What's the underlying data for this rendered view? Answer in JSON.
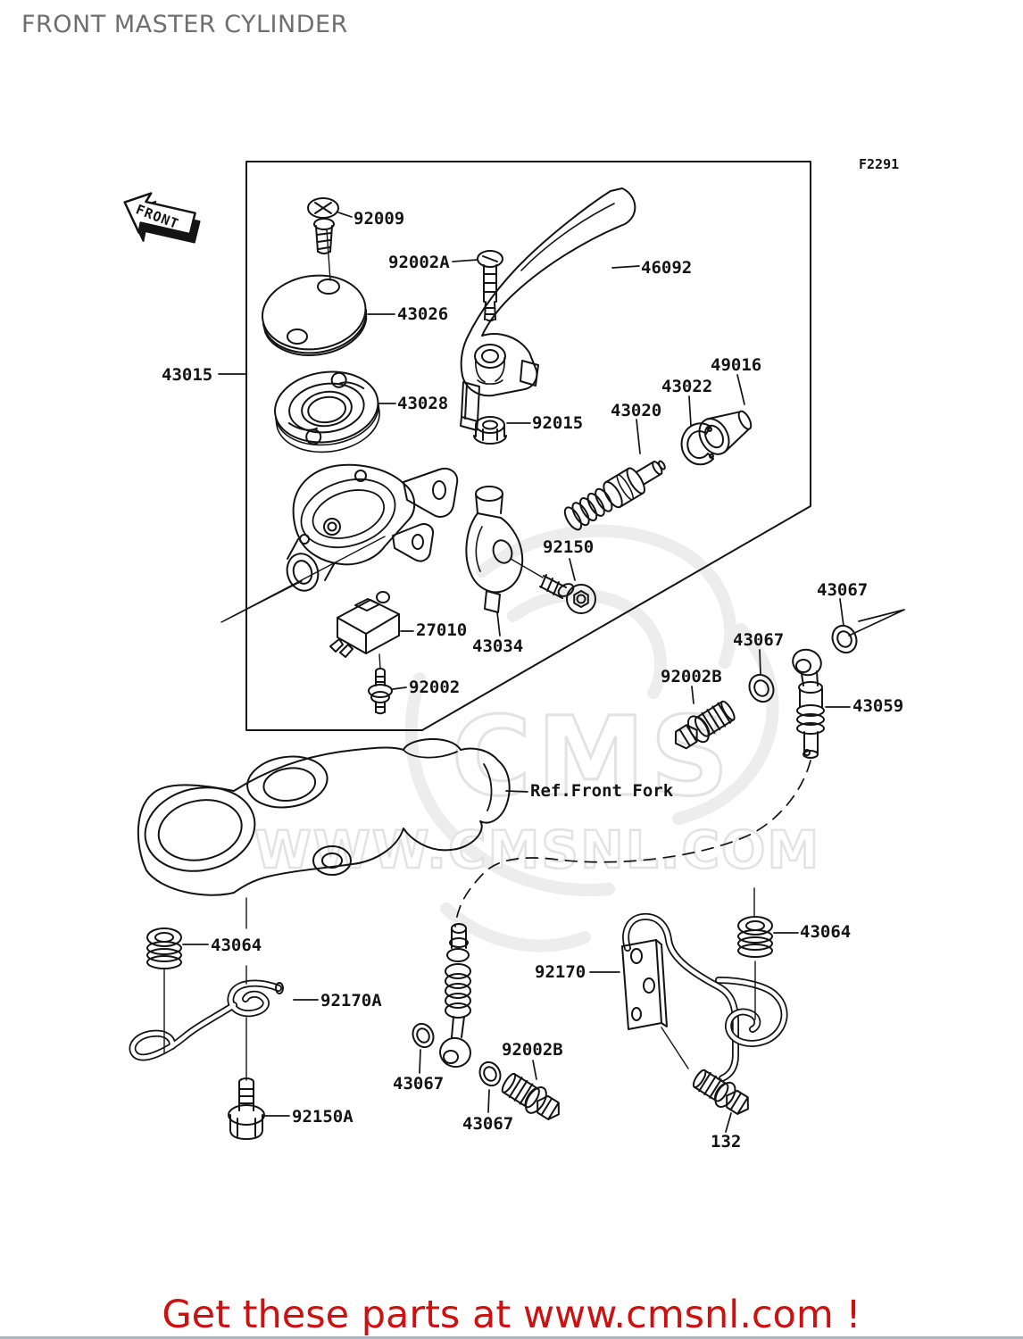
{
  "page": {
    "title": "FRONT MASTER CYLINDER",
    "figure_code": "F2291",
    "footer_text": "Get these parts at www.cmsnl.com !"
  },
  "front_arrow": {
    "label": "FRONT"
  },
  "watermark": {
    "name": "CMS",
    "url": "WWW.CMSNL.COM"
  },
  "part_labels": [
    {
      "text": "92009"
    },
    {
      "text": "92002A"
    },
    {
      "text": "46092"
    },
    {
      "text": "43026"
    },
    {
      "text": "43015"
    },
    {
      "text": "43028"
    },
    {
      "text": "92015"
    },
    {
      "text": "43020"
    },
    {
      "text": "43022"
    },
    {
      "text": "49016"
    },
    {
      "text": "92150"
    },
    {
      "text": "27010"
    },
    {
      "text": "43034"
    },
    {
      "text": "92002"
    },
    {
      "text": "43067"
    },
    {
      "text": "43067"
    },
    {
      "text": "92002B"
    },
    {
      "text": "43059"
    },
    {
      "text": "Ref.Front Fork"
    },
    {
      "text": "43064"
    },
    {
      "text": "92170A"
    },
    {
      "text": "92150A"
    },
    {
      "text": "43067"
    },
    {
      "text": "43067"
    },
    {
      "text": "92002B"
    },
    {
      "text": "92170"
    },
    {
      "text": "43064"
    },
    {
      "text": "132"
    }
  ]
}
